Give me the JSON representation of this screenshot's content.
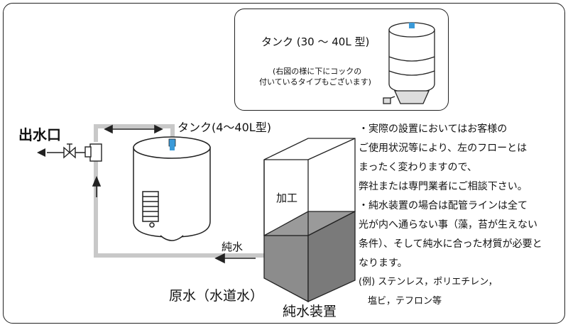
{
  "labels": {
    "outlet": "出水口",
    "tank_main": "タンク(4～40L型)",
    "inset_tank": "タンク (30 ～ 40L 型)",
    "inset_note_1": "(右図の様に下にコックの",
    "inset_note_2": "付いているタイプもございます)",
    "processing": "加工",
    "pure_water": "純水",
    "raw_water": "原水（水道水）",
    "device": "純水装置"
  },
  "notes": [
    "・実際の設置においてはお客様の",
    "ご使用状況等により、左のフローとは",
    "まったく変わりますので、",
    "弊社または専門業者にご相談下さい。",
    "・純水装置の場合は配管ラインは全て",
    "光が内へ通らない事（藻，苔が生えない",
    "条件）、そして純水に合った材質が必要と",
    "なります。",
    "(例) ステンレス，ポリエチレン，",
    "　塩ビ，テフロン等"
  ],
  "colors": {
    "pipe": "#c8c8c8",
    "line": "#222222",
    "box_fill": "#8c8c8c",
    "valve_blue": "#3a9ad9"
  }
}
